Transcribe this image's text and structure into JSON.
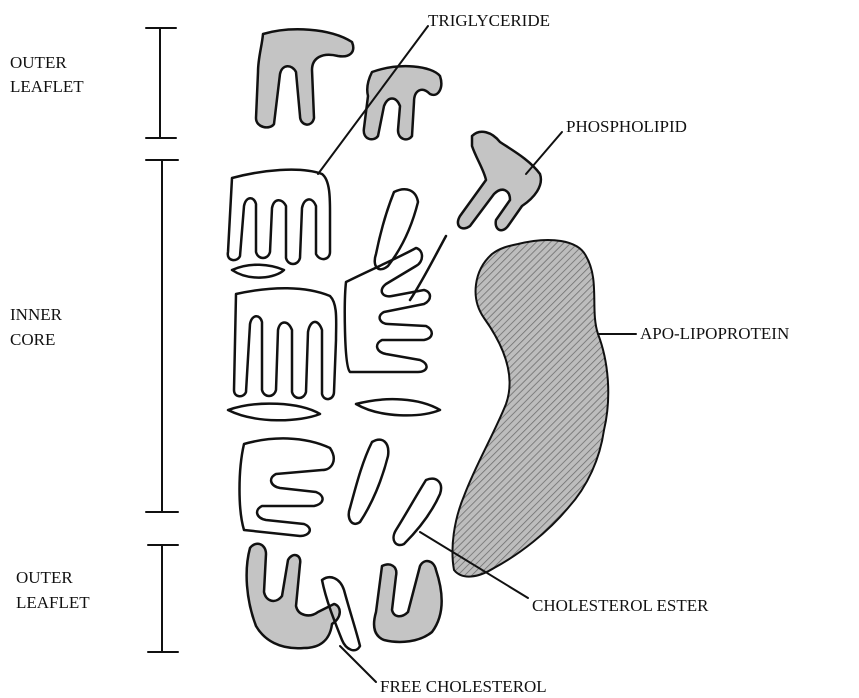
{
  "labels": {
    "outer_top_1": "OUTER",
    "outer_top_2": "LEAFLET",
    "inner_1": "INNER",
    "inner_2": "CORE",
    "outer_bottom_1": "OUTER",
    "outer_bottom_2": "LEAFLET",
    "triglyceride": "TRIGLYCERIDE",
    "phospholipid": "PHOSPHOLIPID",
    "apo_lipoprotein": "APO-LIPOPROTEIN",
    "cholesterol_ester": "CHOLESTEROL ESTER",
    "free_cholesterol": "FREE CHOLESTEROL"
  }
}
